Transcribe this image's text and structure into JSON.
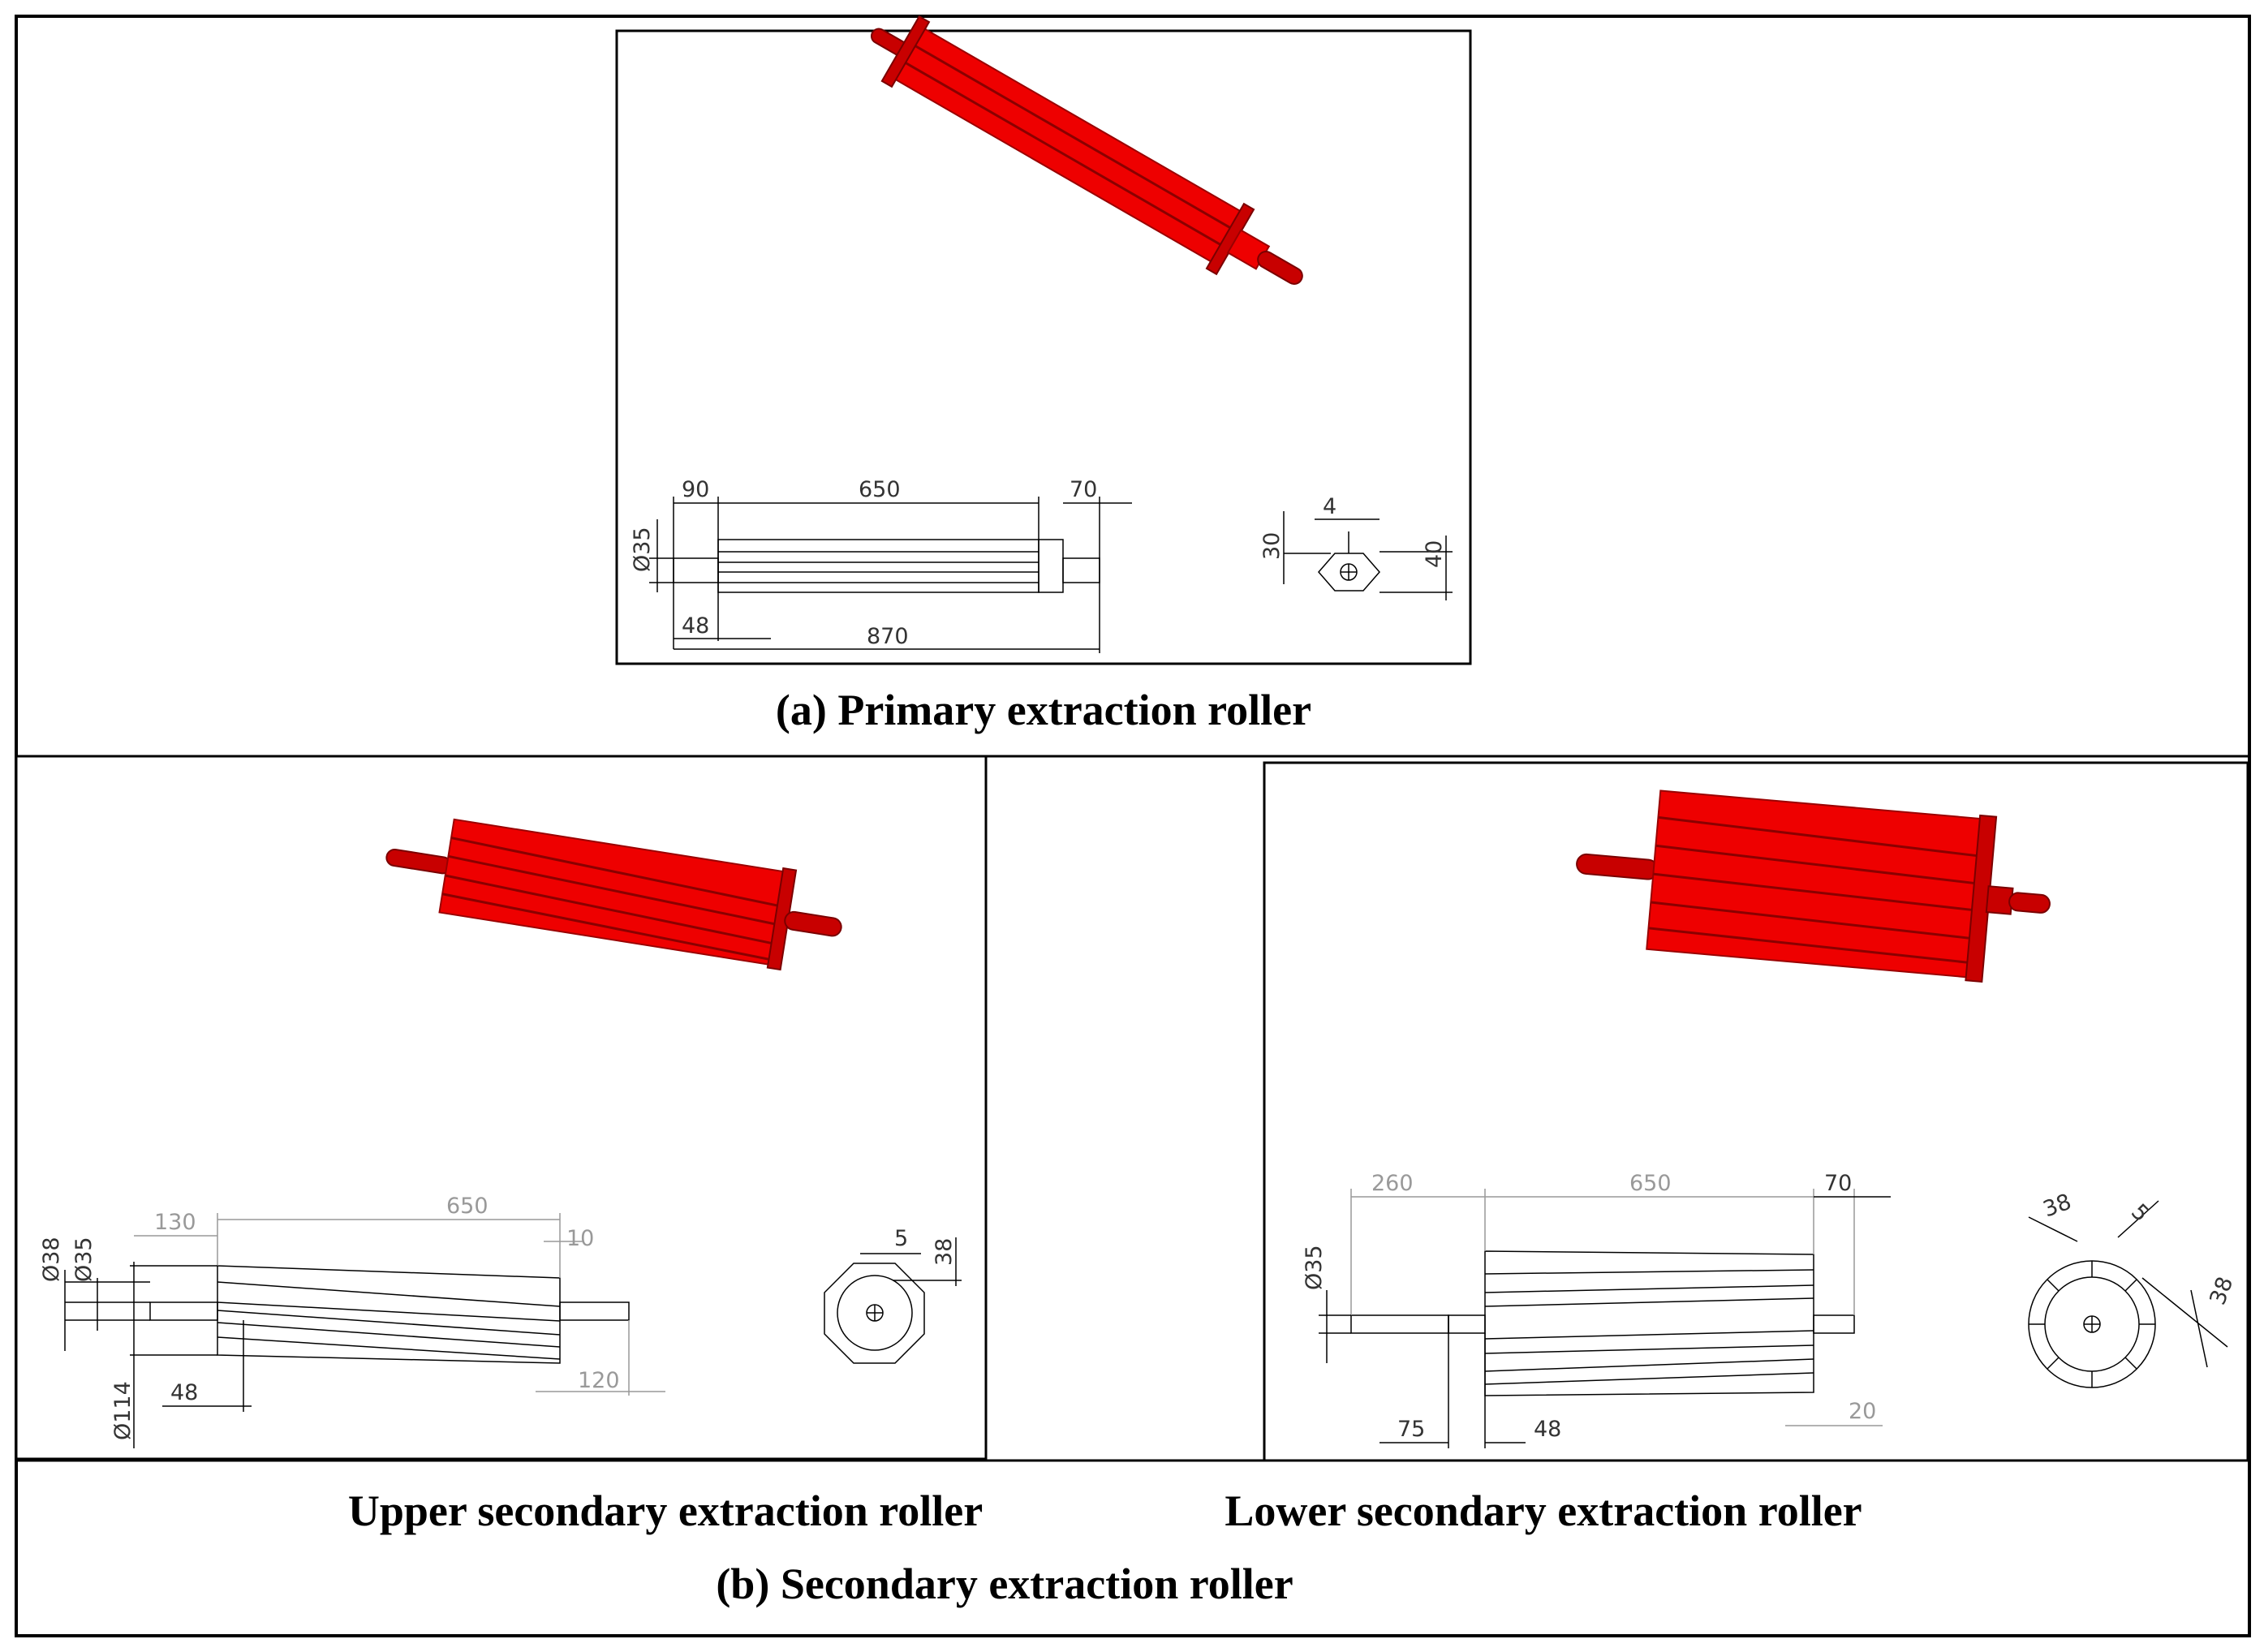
{
  "captions": {
    "a": "(a)  Primary extraction roller",
    "b_upper": "Upper secondary extraction roller",
    "b_lower": "Lower secondary extraction roller",
    "b": "(b) Secondary extraction roller"
  },
  "dims_primary": {
    "d1": "90",
    "d2": "650",
    "d3": "70",
    "d4": "Ø35",
    "d5": "48",
    "d6": "870",
    "d7": "4",
    "d8": "30",
    "d9": "40"
  },
  "dims_upper": {
    "d1": "130",
    "d2": "650",
    "d3": "10",
    "d4": "Ø38",
    "d5": "Ø35",
    "d6": "48",
    "d7": "Ø114",
    "d8": "120",
    "d9": "5",
    "d10": "38"
  },
  "dims_lower": {
    "d1": "260",
    "d2": "650",
    "d3": "70",
    "d4": "Ø35",
    "d5": "75",
    "d6": "48",
    "d7": "20",
    "d8": "38",
    "d9": "5",
    "d10": "38"
  },
  "colors": {
    "roller": "#ee0000",
    "frame": "#000000"
  }
}
